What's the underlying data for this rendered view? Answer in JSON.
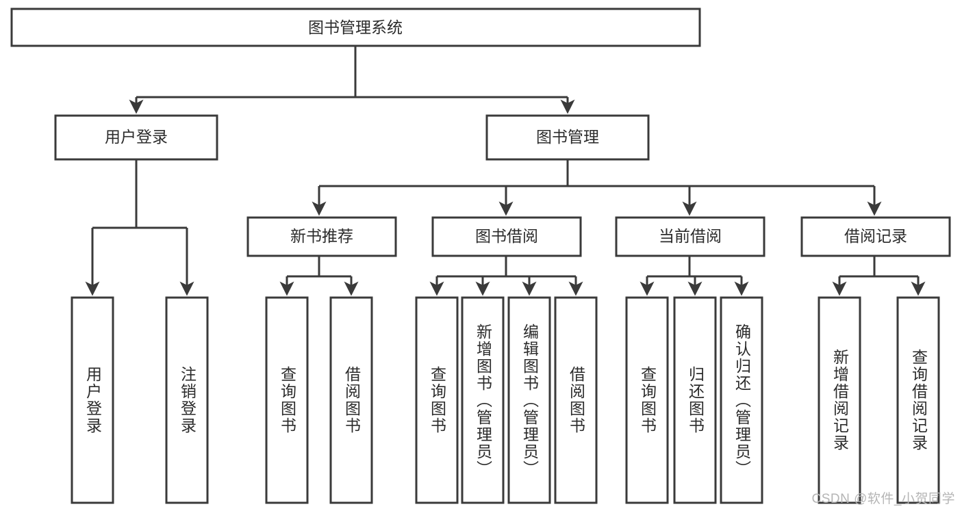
{
  "diagram": {
    "type": "hierarchy-tree",
    "title": "图书管理系统",
    "root": {
      "label": "图书管理系统"
    },
    "level2": [
      {
        "label": "用户登录"
      },
      {
        "label": "图书管理"
      }
    ],
    "level3": [
      {
        "label": "新书推荐"
      },
      {
        "label": "图书借阅"
      },
      {
        "label": "当前借阅"
      },
      {
        "label": "借阅记录"
      }
    ],
    "leaves": {
      "user_login": [
        {
          "label": "用户登录"
        },
        {
          "label": "注销登录"
        }
      ],
      "new_book_recommend": [
        {
          "label": "查询图书"
        },
        {
          "label": "借阅图书"
        }
      ],
      "book_borrow": [
        {
          "label": "查询图书"
        },
        {
          "label": "新增图书（管理员）"
        },
        {
          "label": "编辑图书（管理员）"
        },
        {
          "label": "借阅图书"
        }
      ],
      "current_borrow": [
        {
          "label": "查询图书"
        },
        {
          "label": "归还图书"
        },
        {
          "label": "确认归还（管理员）"
        }
      ],
      "borrow_record": [
        {
          "label": "新增借阅记录"
        },
        {
          "label": "查询借阅记录"
        }
      ]
    }
  },
  "watermark": {
    "text": "CSDN @软件_小贺同学"
  },
  "colors": {
    "stroke": "#3a3a3a",
    "box_fill": "#ffffff",
    "text": "#2b2b2b",
    "watermark": "#b5b5b5",
    "background": "#ffffff"
  }
}
